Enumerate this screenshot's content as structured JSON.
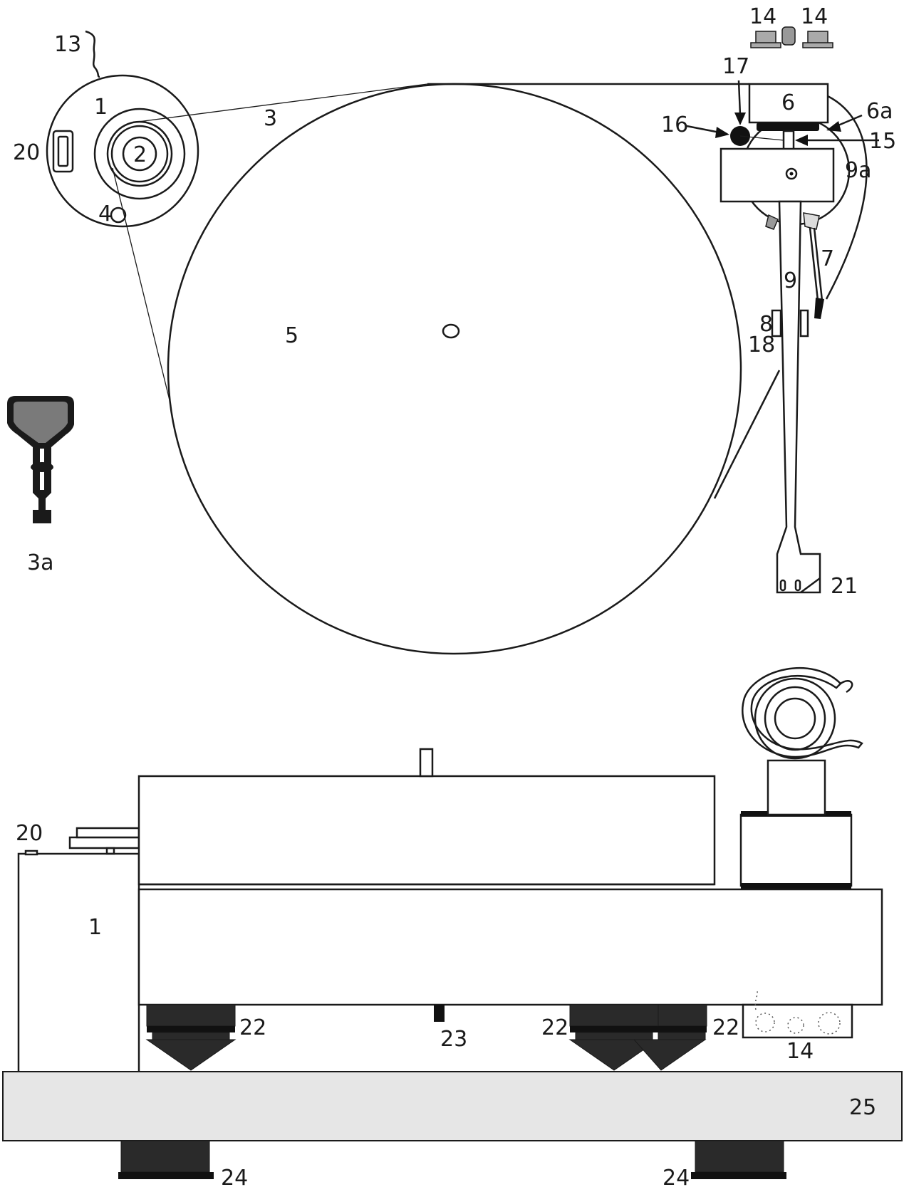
{
  "labels": {
    "top": {
      "motor_unit": "1",
      "motor_pulley": "2",
      "belt": "3",
      "belt_tool": "3a",
      "pulley_hole": "4",
      "platter": "5",
      "counterweight": "6",
      "counterweight_ring": "6a",
      "headshell_cartridge": "7",
      "armrest": "8",
      "tonearm": "9",
      "tonearm_bearing": "9a",
      "power_cable": "13",
      "accessory_left": "14",
      "accessory_right": "14",
      "lift_pin": "15",
      "antiskating_weight": "16",
      "antiskating_arm": "17",
      "lift_lever": "18",
      "power_switch": "20",
      "arm_clamp": "21"
    },
    "side": {
      "power_switch": "20",
      "motor_unit": "1",
      "foot_left": "22",
      "foot_center": "22",
      "foot_right": "22",
      "center_spindle": "23",
      "accessories": "14",
      "spike_left": "24",
      "spike_right": "24",
      "base": "25"
    }
  },
  "colors": {
    "line": "#1a1a1a",
    "base_fill": "#e6e6e6",
    "foot_fill": "#2a2a2a",
    "belt_tool_fill": "#7a7a7a"
  }
}
